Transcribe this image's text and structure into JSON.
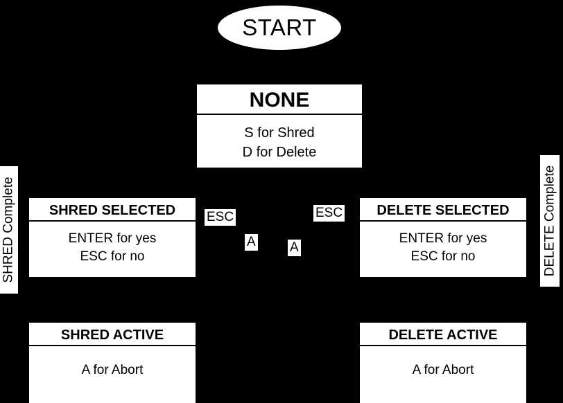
{
  "diagram": {
    "title": "",
    "background_color": "#000000",
    "node_fill": "#ffffff",
    "node_text": "#000000"
  },
  "start": {
    "label": "START"
  },
  "states": [
    {
      "id": "none",
      "title": "NONE",
      "lines": [
        "S for Shred",
        "D for Delete"
      ]
    },
    {
      "id": "shred-selected",
      "title": "SHRED SELECTED",
      "lines": [
        "ENTER for yes",
        "ESC for no"
      ]
    },
    {
      "id": "delete-selected",
      "title": "DELETE SELECTED",
      "lines": [
        "ENTER for yes",
        "ESC for no"
      ]
    },
    {
      "id": "shred-active",
      "title": "SHRED ACTIVE",
      "lines": [
        "A for Abort"
      ]
    },
    {
      "id": "delete-active",
      "title": "DELETE ACTIVE",
      "lines": [
        "A for Abort"
      ]
    }
  ],
  "edge_labels": {
    "shred_complete": "SHRED Complete",
    "delete_complete": "DELETE Complete",
    "esc_left": "ESC",
    "esc_right": "ESC",
    "abort_left": "A",
    "abort_right": "A"
  }
}
